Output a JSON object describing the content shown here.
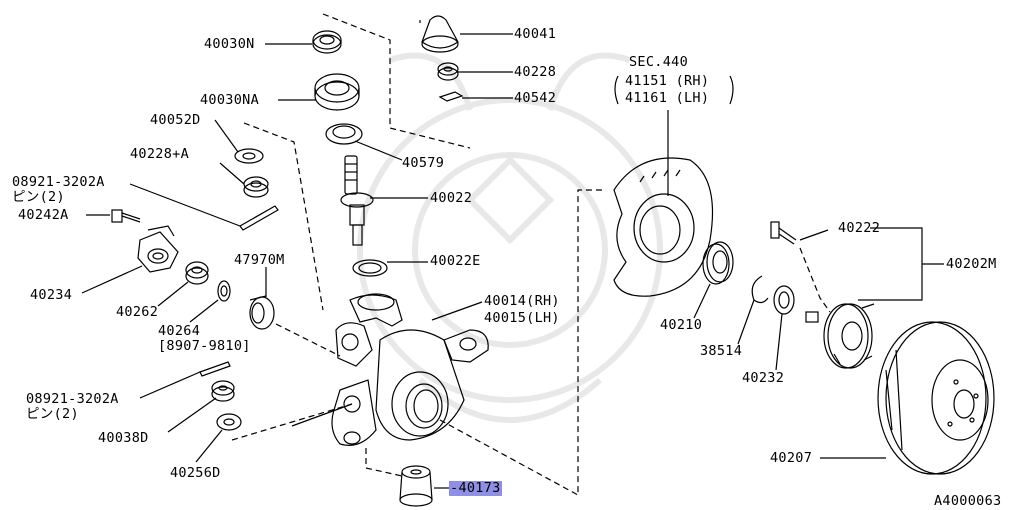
{
  "diagram": {
    "part_numbers": {
      "p40030N": "40030N",
      "p40030NA": "40030NA",
      "p40052D": "40052D",
      "p40228A": "40228+A",
      "p08921_top": "08921-3202A",
      "pin2_top": "ピン(2)",
      "p40242A": "40242A",
      "p40234": "40234",
      "p40262": "40262",
      "p47970M": "47970M",
      "p40264": "40264",
      "p40264_range": "[8907-9810]",
      "p08921_bottom": "08921-3202A",
      "pin2_bottom": "ピン(2)",
      "p40038D": "40038D",
      "p40256D": "40256D",
      "p40041": "40041",
      "p40228": "40228",
      "p40542": "40542",
      "p40579": "40579",
      "p40022": "40022",
      "p40022E": "40022E",
      "p40014": "40014(RH)",
      "p40015": "40015(LH)",
      "p40173": "40173",
      "sec440": "SEC.440",
      "p41151": "41151 (RH)",
      "p41161": "41161 (LH)",
      "p40222": "40222",
      "p40202M": "40202M",
      "p40210": "40210",
      "p38514": "38514",
      "p40232": "40232",
      "p40207": "40207"
    },
    "diagram_code": "A4000063"
  },
  "colors": {
    "line": "#000000",
    "highlight": "#8f8fe6",
    "watermark": "#e6e6e6"
  }
}
